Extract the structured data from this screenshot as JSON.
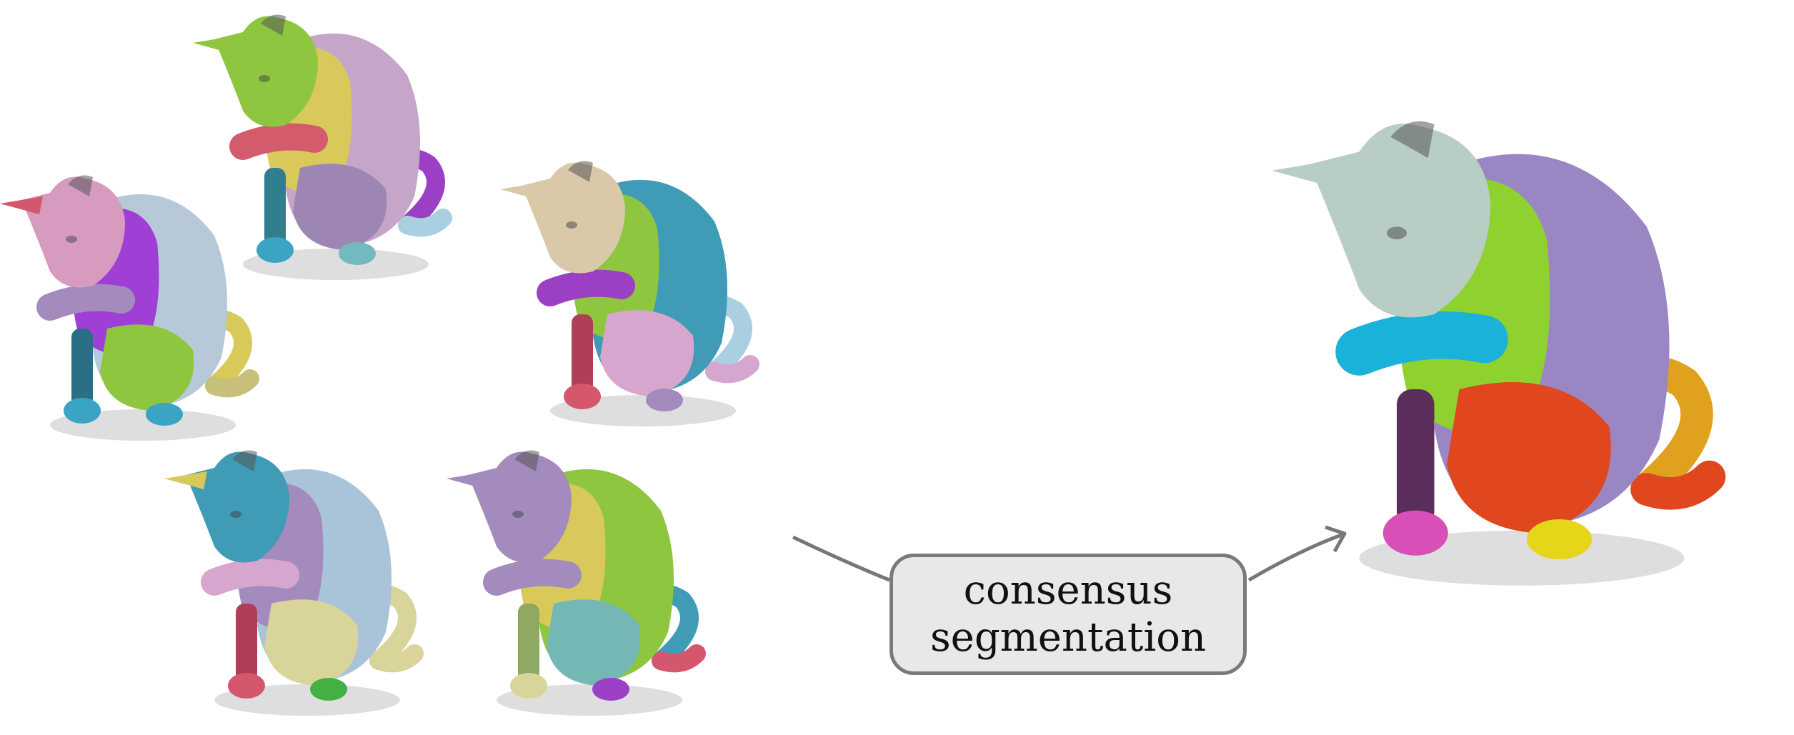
{
  "label": {
    "line1": "consensus",
    "line2": "segmentation"
  },
  "shadow_color": "#c8c8c8",
  "arrow_color": "#777777",
  "cats": [
    {
      "name": "input-cat-1",
      "scale": 1.0,
      "colors": {
        "head": "#8fc63f",
        "ear": "#8fc63f",
        "chest": "#d9c95b",
        "back": "#c6a6c8",
        "foreleg": "#d45b6b",
        "foreleg_upper": "#c6a6c8",
        "paw_l": "#3ba4c4",
        "thigh": "#9e86b4",
        "leg_l": "#2f7f8f",
        "paw_r": "#75b9c0",
        "tail": "#9b3fc4",
        "tail_tip": "#a9cfe0",
        "neck": "#c9b78a"
      }
    },
    {
      "name": "input-cat-2",
      "scale": 1.0,
      "colors": {
        "head": "#d79bc0",
        "ear": "#d4576e",
        "chest": "#9f3fd6",
        "back": "#b7c9d8",
        "foreleg": "#a48bbd",
        "foreleg_upper": "#a48bbd",
        "paw_l": "#3ba4c4",
        "thigh": "#8fc63f",
        "leg_l": "#2b6f86",
        "paw_r": "#3ba4c4",
        "tail": "#d9c95b",
        "tail_tip": "#c7c07a",
        "neck": "#d79bc0"
      }
    },
    {
      "name": "input-cat-3",
      "scale": 1.0,
      "colors": {
        "head": "#d9c9a8",
        "ear": "#d9c9a8",
        "chest": "#8fc63f",
        "back": "#3f9bb6",
        "foreleg": "#9b3fc4",
        "foreleg_upper": "#9b3fc4",
        "paw_l": "#d4576e",
        "thigh": "#d7a6cf",
        "leg_l": "#b03e59",
        "paw_r": "#a48bbd",
        "tail": "#a9cfe0",
        "tail_tip": "#d7a6cf",
        "neck": "#74b7b4"
      }
    },
    {
      "name": "input-cat-4",
      "scale": 1.0,
      "colors": {
        "head": "#3f9bb6",
        "ear": "#d9c95b",
        "chest": "#a48bbd",
        "back": "#a9c4d8",
        "foreleg": "#d7a6cf",
        "foreleg_upper": "#d7a6cf",
        "paw_l": "#d4576e",
        "thigh": "#d8d49a",
        "leg_l": "#b03e59",
        "paw_r": "#43b043",
        "tail": "#d8d49a",
        "tail_tip": "#d8d49a",
        "neck": "#d9c95b"
      }
    },
    {
      "name": "input-cat-5",
      "scale": 1.0,
      "colors": {
        "head": "#a48bbd",
        "ear": "#a48bbd",
        "chest": "#d9c95b",
        "back": "#8fc63f",
        "foreleg": "#a48bbd",
        "foreleg_upper": "#a48bbd",
        "paw_l": "#d8d49a",
        "thigh": "#74b7b4",
        "leg_l": "#8fa863",
        "paw_r": "#9b3fc4",
        "tail": "#3f9bb6",
        "tail_tip": "#d4576e",
        "neck": "#d9c95b"
      }
    },
    {
      "name": "consensus-cat",
      "scale": 1.75,
      "colors": {
        "head": "#b8cdc4",
        "ear": "#b8cdc4",
        "chest": "#8fd12e",
        "back": "#9b86c4",
        "foreleg": "#1ab2d8",
        "foreleg_upper": "#1ab2d8",
        "paw_l": "#d94fb8",
        "thigh": "#e0471e",
        "leg_l": "#5a2d5a",
        "paw_r": "#e6d61a",
        "tail": "#e0a21e",
        "tail_tip": "#e0471e",
        "neck": "#b8cdc4"
      }
    }
  ]
}
